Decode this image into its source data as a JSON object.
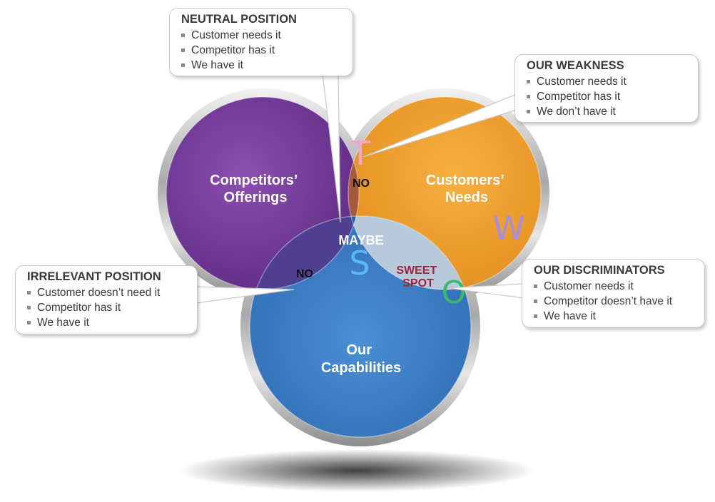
{
  "callouts": {
    "neutral": {
      "title": "NEUTRAL POSITION",
      "items": [
        "Customer needs it",
        "Competitor has it",
        "We have it"
      ]
    },
    "weakness": {
      "title": "OUR WEAKNESS",
      "items": [
        "Customer needs it",
        "Competitor has it",
        "We don’t have it"
      ]
    },
    "irrelevant": {
      "title": "IRRELEVANT POSITION",
      "items": [
        "Customer doesn’t need it",
        "Competitor has it",
        "We have it"
      ]
    },
    "discriminators": {
      "title": "OUR DISCRIMINATORS",
      "items": [
        "Customer needs it",
        "Competitor doesn’t have it",
        "We have it"
      ]
    }
  },
  "circles": {
    "competitors": {
      "line1": "Competitors’",
      "line2": "Offerings",
      "color": "#7b3f9e"
    },
    "customers": {
      "line1": "Customers’",
      "line2": "Needs",
      "color": "#f0a030"
    },
    "ours": {
      "line1": "Our",
      "line2": "Capabilities",
      "color": "#3f80c8"
    }
  },
  "regions": {
    "top_overlap": "NO",
    "left_overlap": "NO",
    "center": "MAYBE",
    "sweet_line1": "SWEET",
    "sweet_line2": "SPOT"
  },
  "swot_letters": {
    "t": {
      "text": "T",
      "color": "#f4a6c6"
    },
    "w": {
      "text": "W",
      "color": "#a88ee0"
    },
    "s": {
      "text": "S",
      "color": "#5ab8f0"
    },
    "o": {
      "text": "O",
      "color": "#3cb86a"
    }
  }
}
